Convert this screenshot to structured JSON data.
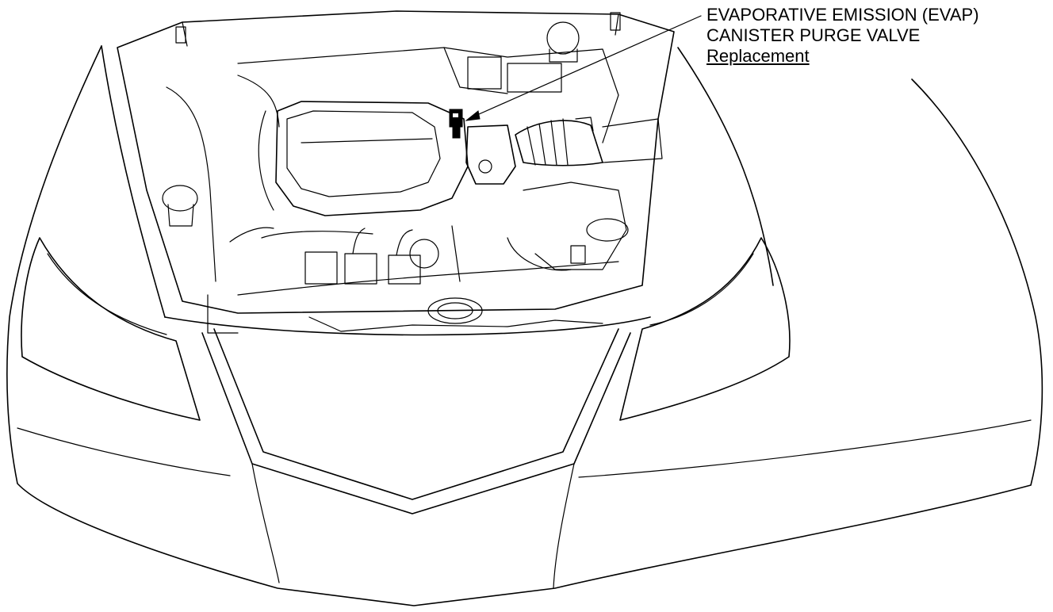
{
  "callout": {
    "line1": "EVAPORATIVE EMISSION (EVAP)",
    "line2": "CANISTER PURGE VALVE",
    "link": "Replacement"
  },
  "colors": {
    "ink": "#000000",
    "paper": "#ffffff"
  }
}
